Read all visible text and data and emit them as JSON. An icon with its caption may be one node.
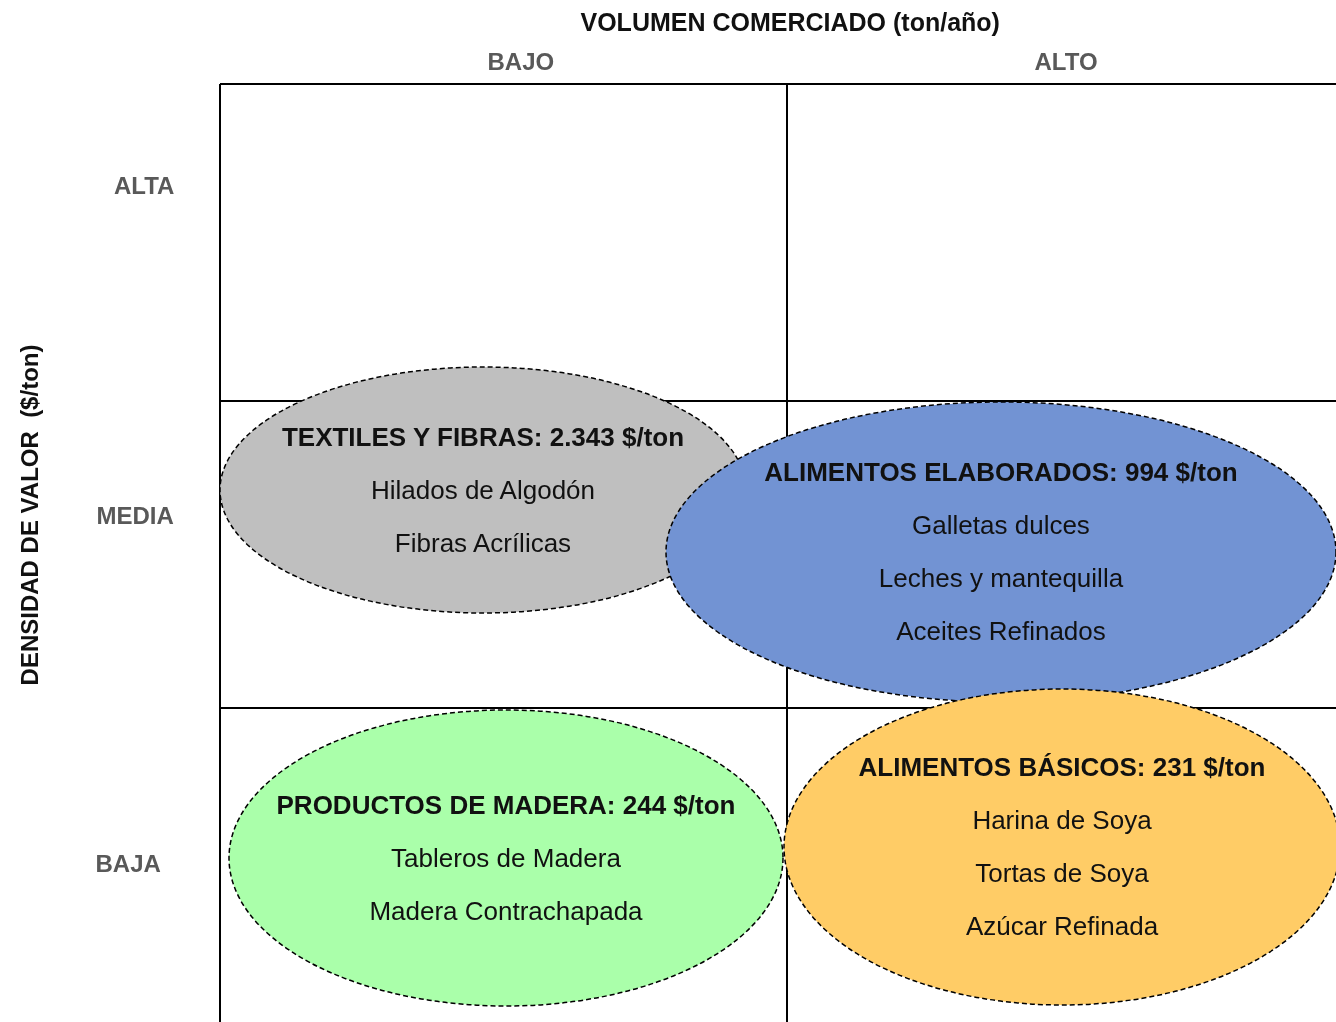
{
  "diagram": {
    "nodes": [
      {
        "text": [
          "TEXTILES Y FIBRAS: 2.343 $/ton",
          "Hilados de Algodón",
          "Fibras Acrílicas"
        ]
      },
      {
        "text": [
          "ALIMENTOS ELABORADOS: 994 $/ton",
          "Galletas dulces",
          "Leches y mantequilla",
          "Aceites Refinados"
        ]
      },
      {
        "text": [
          "PRODUCTOS DE MADERA: 244 $/ton",
          "Tableros de Madera",
          "Madera Contrachapada"
        ]
      },
      {
        "text": [
          "ALIMENTOS BÁSICOS: 231 $/ton",
          "Harina de Soya",
          "Tortas de Soya",
          "Azúcar Refinada"
        ]
      }
    ],
    "edges": [],
    "labels": [
      "VOLUMEN COMERCIADO (ton/año)",
      "BAJO",
      "ALTO",
      "DENSIDAD DE VALOR  ($/ton)",
      "ALTA",
      "MEDIA",
      "BAJA"
    ]
  }
}
